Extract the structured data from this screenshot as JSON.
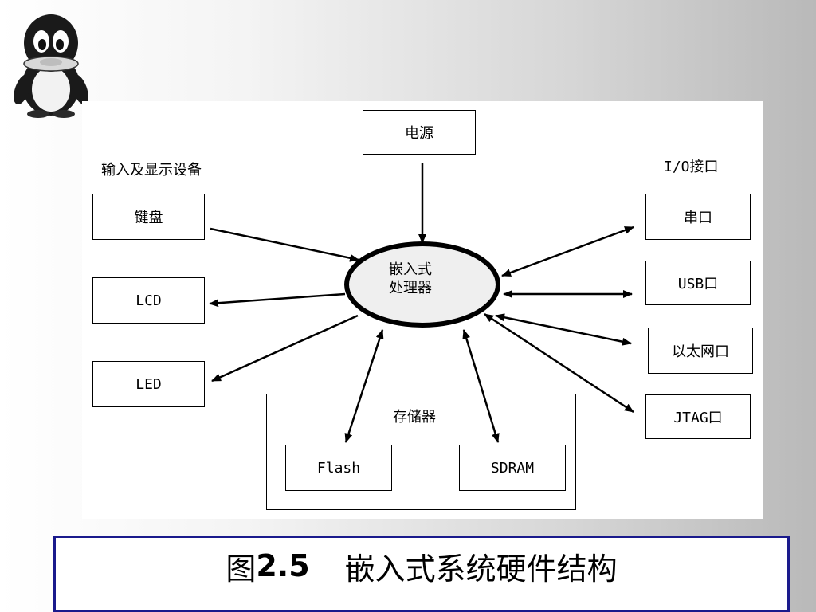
{
  "diagram": {
    "power": "电源",
    "input_group_label": "输入及显示设备",
    "io_group_label": "I/O接口",
    "keyboard": "键盘",
    "lcd": "LCD",
    "led": "LED",
    "processor_line1": "嵌入式",
    "processor_line2": "处理器",
    "serial_port": "串口",
    "usb_port": "USB口",
    "ethernet_port": "以太网口",
    "jtag_port": "JTAG口",
    "memory_label": "存储器",
    "flash": "Flash",
    "sdram": "SDRAM"
  },
  "caption": {
    "prefix": "图",
    "number": "2.5",
    "title": "嵌入式系统硬件结构"
  },
  "colors": {
    "caption_border": "#1a1a8c",
    "processor_fill": "#efefef"
  },
  "icons": {
    "logo": "penguin-logo-icon"
  }
}
